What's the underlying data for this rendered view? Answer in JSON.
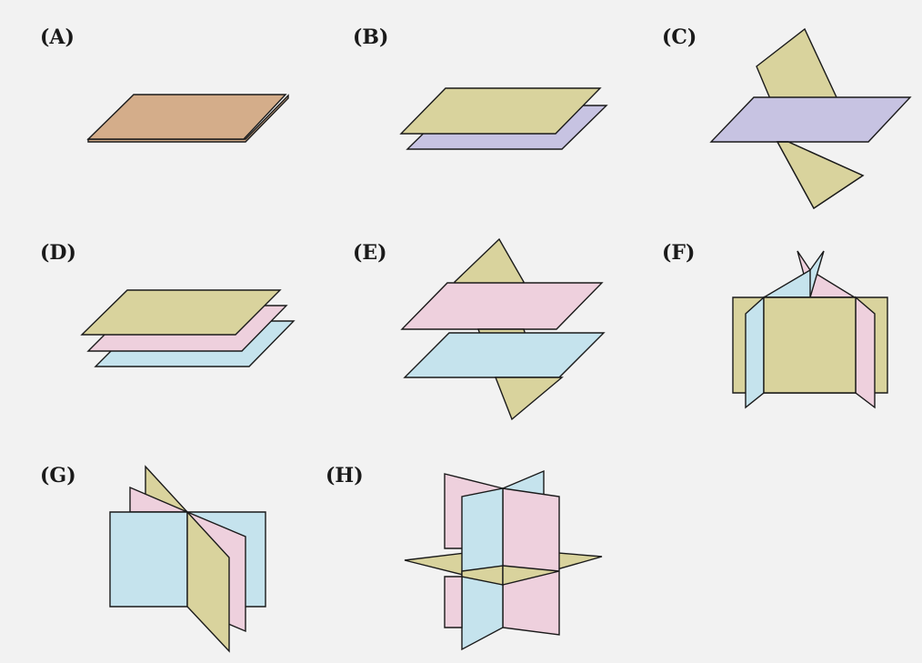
{
  "colors": {
    "background": "#f2f2f2",
    "stroke": "#1a1a1a",
    "tan": "#d4ad8a",
    "olive": "#d9d39d",
    "lavender": "#c7c3e2",
    "pink": "#eed0dd",
    "light_blue": "#c5e3ed"
  },
  "panels": [
    {
      "id": "A",
      "label": "(A)"
    },
    {
      "id": "B",
      "label": "(B)"
    },
    {
      "id": "C",
      "label": "(C)"
    },
    {
      "id": "D",
      "label": "(D)"
    },
    {
      "id": "E",
      "label": "(E)"
    },
    {
      "id": "F",
      "label": "(F)"
    },
    {
      "id": "G",
      "label": "(G)"
    },
    {
      "id": "H",
      "label": "(H)"
    }
  ]
}
